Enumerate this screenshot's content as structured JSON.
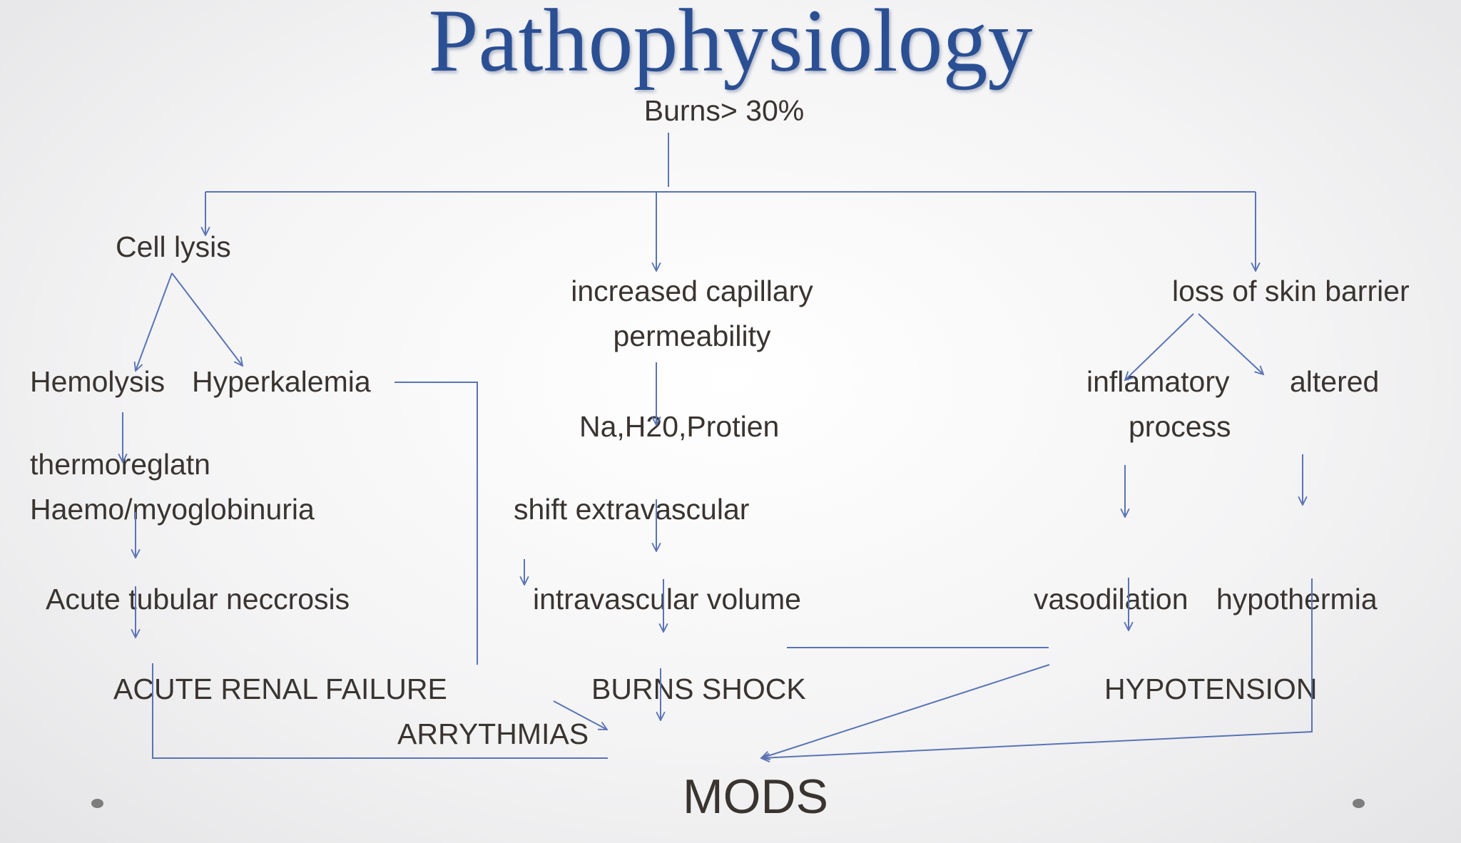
{
  "title": "Pathophysiology",
  "colors": {
    "title": "#2b4f93",
    "text": "#3a3430",
    "arrow": "#5a74b4"
  },
  "nodes": {
    "root": "Burns> 30%",
    "cell_lysis": "Cell lysis",
    "cap_perm_1": "increased capillary",
    "cap_perm_2": "permeability",
    "skin_barrier": "loss of skin barrier",
    "hemolysis": "Hemolysis",
    "hyperkalemia": "Hyperkalemia",
    "na_h2o_protein": "Na,H20,Protien",
    "inflammatory_1": "inflamatory",
    "inflammatory_2": "process",
    "altered": "altered",
    "thermoregulation": "thermoreglatn",
    "myoglobinuria": "Haemo/myoglobinuria",
    "shift": "shift extravascular",
    "atn": "Acute tubular neccrosis",
    "intravascular": "intravascular volume",
    "vasodilation": "vasodilation",
    "hypothermia": "hypothermia",
    "arf": "ACUTE RENAL FAILURE",
    "burns_shock": "BURNS SHOCK",
    "hypotension": "HYPOTENSION",
    "arrythmias": "ARRYTHMIAS",
    "mods": "MODS"
  }
}
